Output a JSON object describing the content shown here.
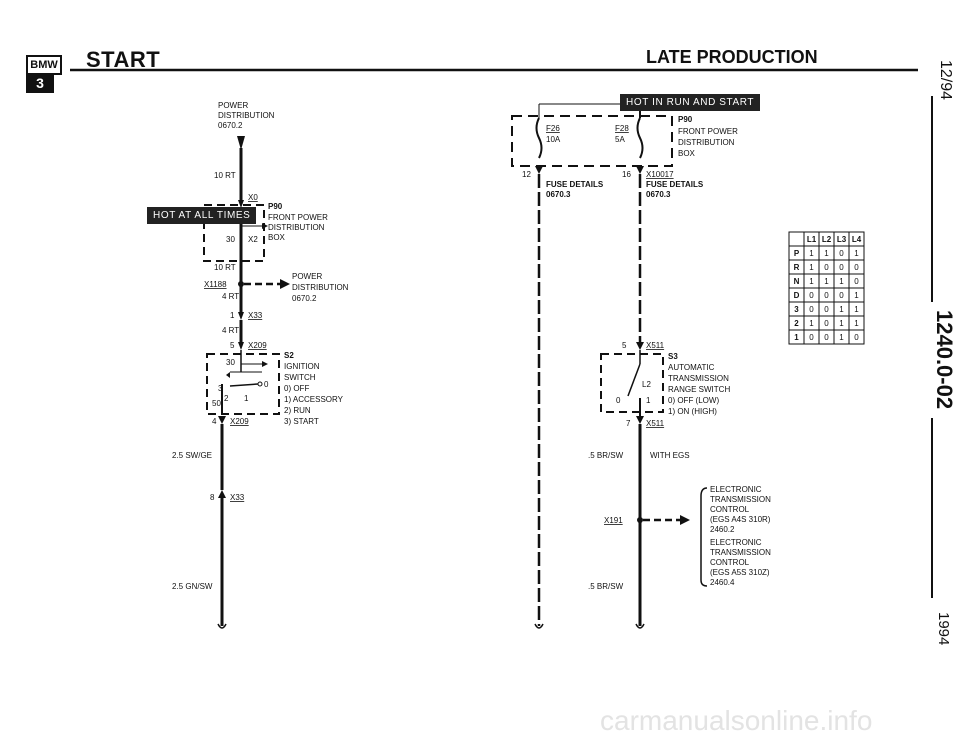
{
  "header": {
    "title": "START",
    "section": "LATE PRODUCTION",
    "logo_top": "BMW",
    "logo_bottom": "3"
  },
  "side_labels": {
    "date": "12/94",
    "doc": "1240.0-02",
    "year": "1994"
  },
  "tags": {
    "hot_at_all_times": "HOT AT ALL TIMES",
    "hot_in_run_and_start": "HOT IN RUN AND START"
  },
  "watermark": "carmanualsonline.info",
  "left_circuit": {
    "power_dist_top": [
      "POWER",
      "DISTRIBUTION",
      "0670.2"
    ],
    "wire_10rt_a": "10 RT",
    "x0": "X0",
    "p90": "P90",
    "p90_desc": [
      "FRONT POWER",
      "DISTRIBUTION",
      "BOX"
    ],
    "pin_30": "30",
    "x2": "X2",
    "wire_10rt_b": "10 RT",
    "x1188": "X1188",
    "power_dist_right": [
      "POWER",
      "DISTRIBUTION",
      "0670.2"
    ],
    "wire_4rt_a": "4 RT",
    "pin_1": "1",
    "x33_a": "X33",
    "wire_4rt_b": "4 RT",
    "pin_5": "5",
    "x209_a": "X209",
    "sw_pin_30": "30",
    "sw_pin_0": "0",
    "sw_pin_3": "3",
    "sw_pin_2": "2",
    "sw_pin_1": "1",
    "sw_pin_50": "50",
    "s2": "S2",
    "s2_desc": [
      "IGNITION",
      "SWITCH",
      "0)  OFF",
      "1)  ACCESSORY",
      "2)  RUN",
      "3)  START"
    ],
    "pin_4": "4",
    "x209_b": "X209",
    "wire_sw_ge": "2.5 SW/GE",
    "pin_8": "8",
    "x33_b": "X33",
    "wire_gn_sw": "2.5 GN/SW"
  },
  "right_circuit": {
    "f26": "F26",
    "f26_rating": "10A",
    "f28": "F28",
    "f28_rating": "5A",
    "p90": "P90",
    "p90_desc": [
      "FRONT POWER",
      "DISTRIBUTION",
      "BOX"
    ],
    "pin_12": "12",
    "pin_16": "16",
    "x10017": "X10017",
    "fuse_details_a": [
      "FUSE DETAILS",
      "0670.3"
    ],
    "fuse_details_b": [
      "FUSE DETAILS",
      "0670.3"
    ],
    "pin_5": "5",
    "x511_a": "X511",
    "s3": "S3",
    "s3_desc": [
      "AUTOMATIC",
      "TRANSMISSION",
      "RANGE SWITCH",
      "0)  OFF (LOW)",
      "1)  ON (HIGH)"
    ],
    "l2": "L2",
    "sw_pin_0": "0",
    "sw_pin_1": "1",
    "pin_7": "7",
    "x511_b": "X511",
    "wire_br_sw_a": ".5 BR/SW",
    "with_egs": "WITH EGS",
    "x191": "X191",
    "egs_desc_1": [
      "ELECTRONIC",
      "TRANSMISSION",
      "CONTROL",
      "(EGS A4S 310R)",
      "2460.2"
    ],
    "egs_desc_2": [
      "ELECTRONIC",
      "TRANSMISSION",
      "CONTROL",
      "(EGS A5S 310Z)",
      "2460.4"
    ],
    "wire_br_sw_b": ".5 BR/SW"
  },
  "logic_table": {
    "headers": [
      "",
      "L1",
      "L2",
      "L3",
      "L4"
    ],
    "rows": [
      [
        "P",
        "1",
        "1",
        "0",
        "1"
      ],
      [
        "R",
        "1",
        "0",
        "0",
        "0"
      ],
      [
        "N",
        "1",
        "1",
        "1",
        "0"
      ],
      [
        "D",
        "0",
        "0",
        "0",
        "1"
      ],
      [
        "3",
        "0",
        "0",
        "1",
        "1"
      ],
      [
        "2",
        "1",
        "0",
        "1",
        "1"
      ],
      [
        "1",
        "0",
        "0",
        "1",
        "0"
      ]
    ]
  }
}
